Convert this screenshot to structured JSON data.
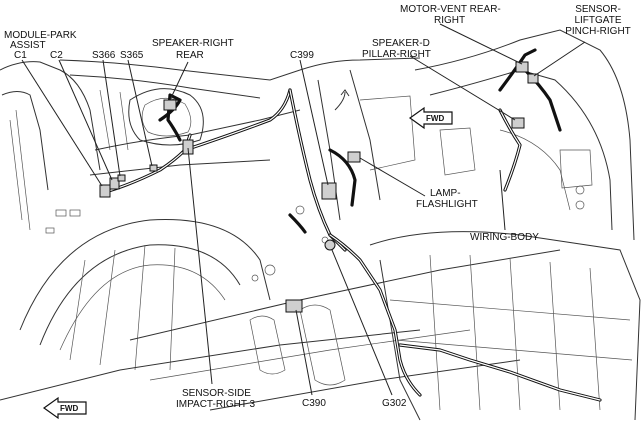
{
  "labels": {
    "module_park_assist_line1": "MODULE-PARK",
    "module_park_assist_line2": "ASSIST",
    "c1": "C1",
    "c2": "C2",
    "s366": "S366",
    "s365": "S365",
    "speaker_right_rear_line1": "SPEAKER-RIGHT",
    "speaker_right_rear_line2": "REAR",
    "c399": "C399",
    "motor_vent_line1": "MOTOR-VENT REAR-",
    "motor_vent_line2": "RIGHT",
    "sensor_liftgate_line1": "SENSOR-",
    "sensor_liftgate_line2": "LIFTGATE",
    "sensor_liftgate_line3": "PINCH-RIGHT",
    "speaker_d_pillar_line1": "SPEAKER-D",
    "speaker_d_pillar_line2": "PILLAR-RIGHT",
    "lamp_flashlight_line1": "LAMP-",
    "lamp_flashlight_line2": "FLASHLIGHT",
    "wiring_body": "WIRING-BODY",
    "sensor_side_impact_line1": "SENSOR-SIDE",
    "sensor_side_impact_line2": "IMPACT-RIGHT 3",
    "c390": "C390",
    "g302": "G302"
  },
  "fwd_indicators": {
    "upper_right": "FWD",
    "lower_left": "FWD"
  }
}
